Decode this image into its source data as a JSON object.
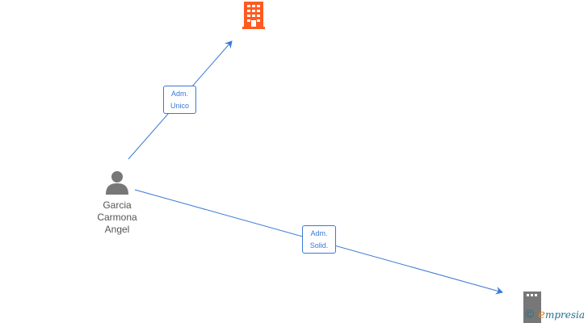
{
  "diagram": {
    "person": {
      "name_lines": [
        "Garcia",
        "Carmona",
        "Angel"
      ],
      "icon": "person-icon"
    },
    "companies": [
      {
        "icon": "building-icon",
        "color": "#ff5a1f"
      },
      {
        "icon": "building-icon",
        "color": "#777777"
      }
    ],
    "relations": [
      {
        "label_lines": [
          "Adm.",
          "Unico"
        ]
      },
      {
        "label_lines": [
          "Adm.",
          "Solid."
        ]
      }
    ],
    "colors": {
      "link": "#3a78d4",
      "person_icon": "#777777",
      "highlight_company": "#ff5a1f",
      "company": "#777777"
    }
  },
  "watermark": {
    "symbol": "©",
    "brand_initial": "e",
    "brand_rest": "mpresia"
  }
}
